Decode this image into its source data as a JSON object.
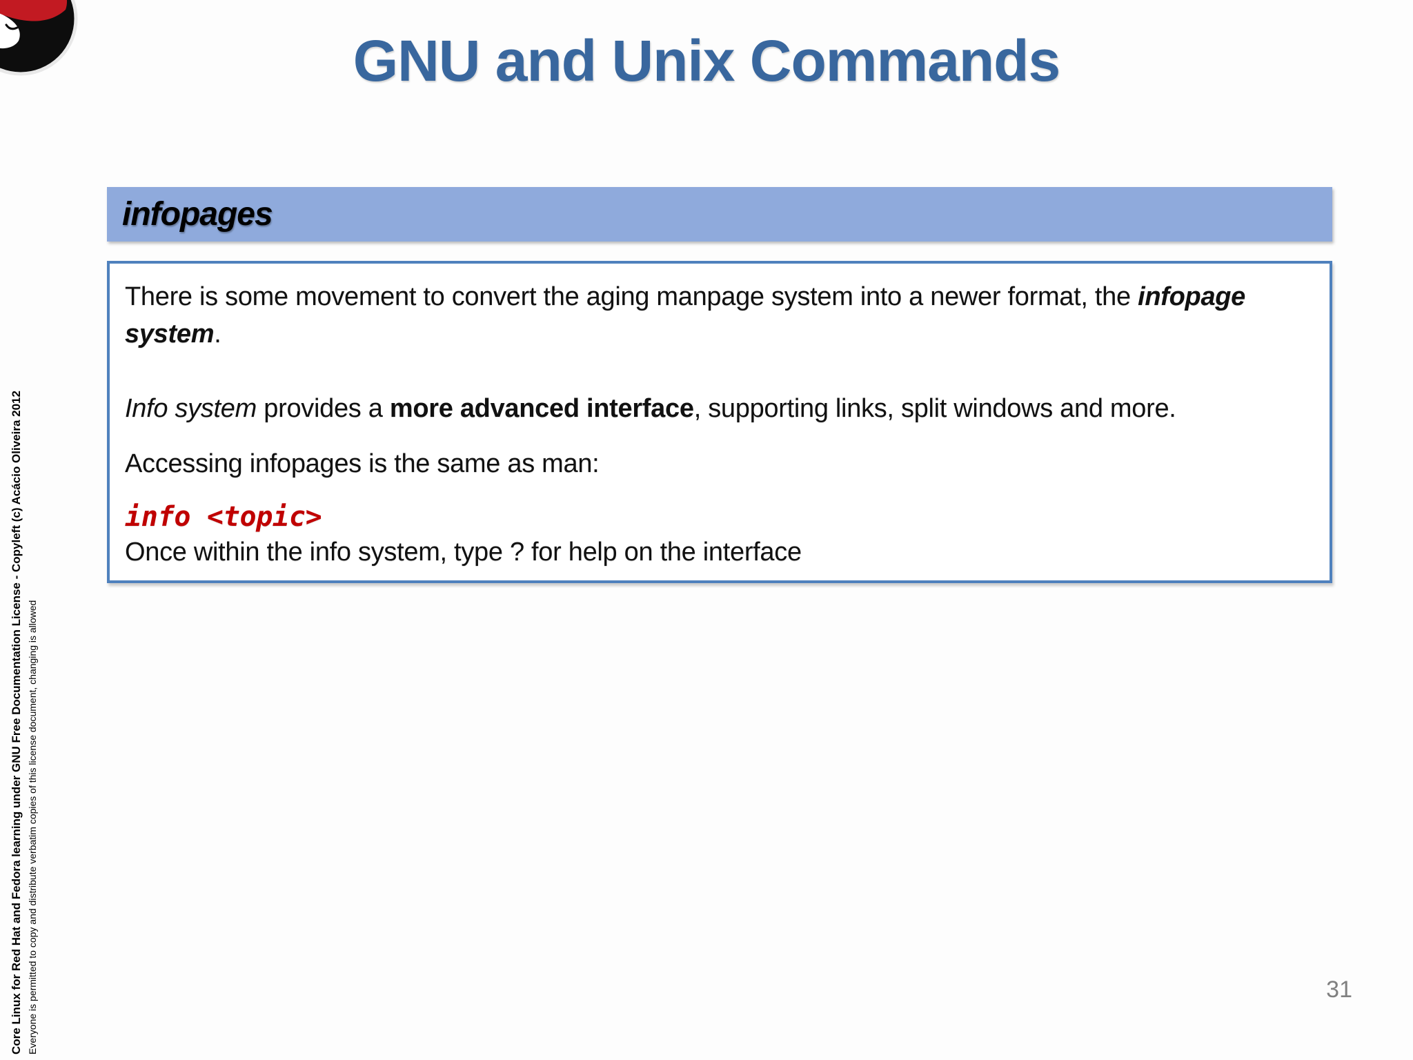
{
  "page": {
    "title": "GNU and Unix Commands",
    "page_number": "31"
  },
  "icons": {
    "logo": "red-hat-shadowman-logo"
  },
  "section": {
    "header": "infopages"
  },
  "content_box": {
    "p1": {
      "r1": "There is some movement to convert the aging manpage system into a newer format, the ",
      "r2": "infopage system",
      "r3": "."
    },
    "p2": {
      "r1": "Info system",
      "r2": " provides a ",
      "r3": "more advanced interface",
      "r4": ", supporting links, split windows and more."
    },
    "p3": "Accessing infopages is the same as man:",
    "code": "info <topic>",
    "p4": "Once within the info system, type ? for help on the interface"
  },
  "sidebar": {
    "line1": "Core Linux for Red Hat and Fedora learning under GNU Free Documentation License - Copyleft (c) Acácio Oliveira 2012",
    "line2": "Everyone is permitted to copy and distribute verbatim copies of this license document, changing is allowed"
  },
  "colors": {
    "title_blue": "#39679e",
    "bar_blue": "#8faadc",
    "box_border_blue": "#4f81bd",
    "code_red": "#c00000",
    "hat_red": "#c21a22",
    "page_number_gray": "#808080"
  }
}
